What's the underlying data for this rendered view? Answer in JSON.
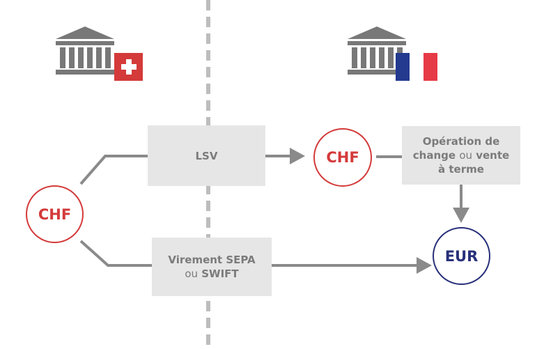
{
  "colors": {
    "gray": "#8a8a8a",
    "box": "#e6e6e6",
    "bank": "#787878",
    "red": "#d43a3a",
    "blue": "#28307a",
    "france_blue": "#233a8f",
    "france_red": "#e63a47"
  },
  "icons": {
    "swiss_bank": "bank-with-swiss-flag",
    "french_bank": "bank-with-french-flag",
    "arrow": "arrow-head"
  },
  "currencies": {
    "source": "CHF",
    "mid": "CHF",
    "target": "EUR"
  },
  "routes": {
    "lsv": {
      "label": "LSV"
    },
    "transfer": {
      "line1": "Virement SEPA",
      "line2_pre": "ou",
      "line2_bold": "SWIFT"
    }
  },
  "exchange": {
    "line1": "Opération de",
    "line2_a": "change",
    "line2_ou": "ou",
    "line2_b": "vente",
    "line3": "à terme"
  }
}
